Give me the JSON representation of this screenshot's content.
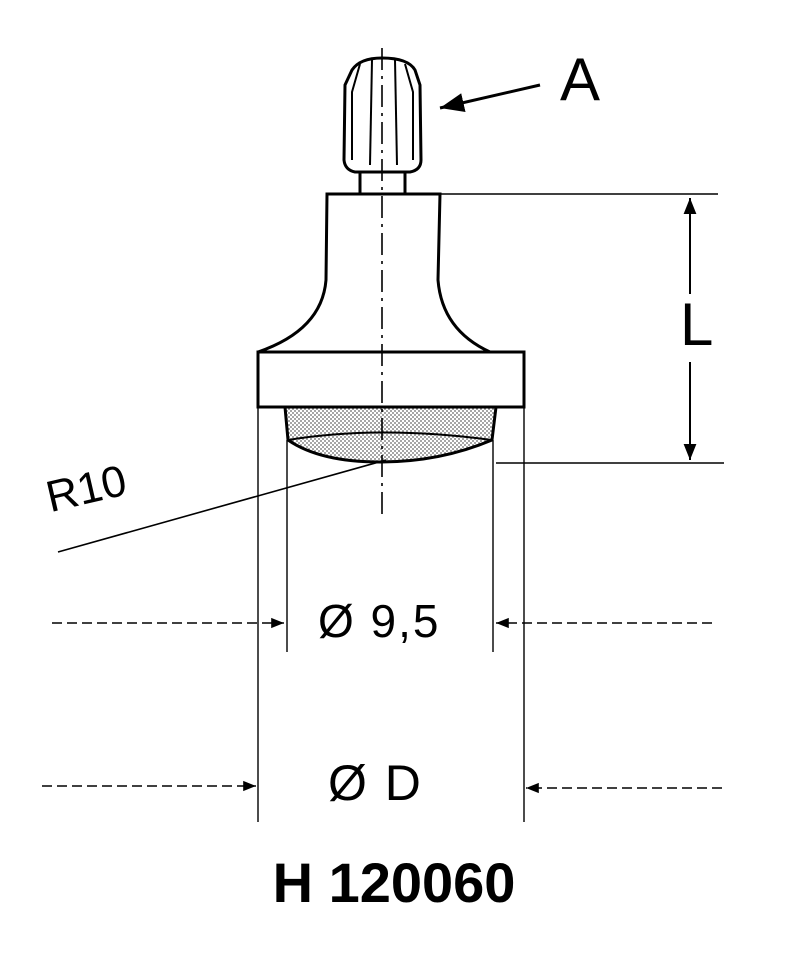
{
  "drawing": {
    "labels": {
      "callout_a": "A",
      "length": "L",
      "radius": "R10",
      "diameter_small": "Ø 9,5",
      "diameter_large": "Ø D"
    },
    "part_number": "H 120060",
    "colors": {
      "line": "#000000",
      "background": "#ffffff",
      "insert_fill": "#cfcfcf"
    }
  }
}
